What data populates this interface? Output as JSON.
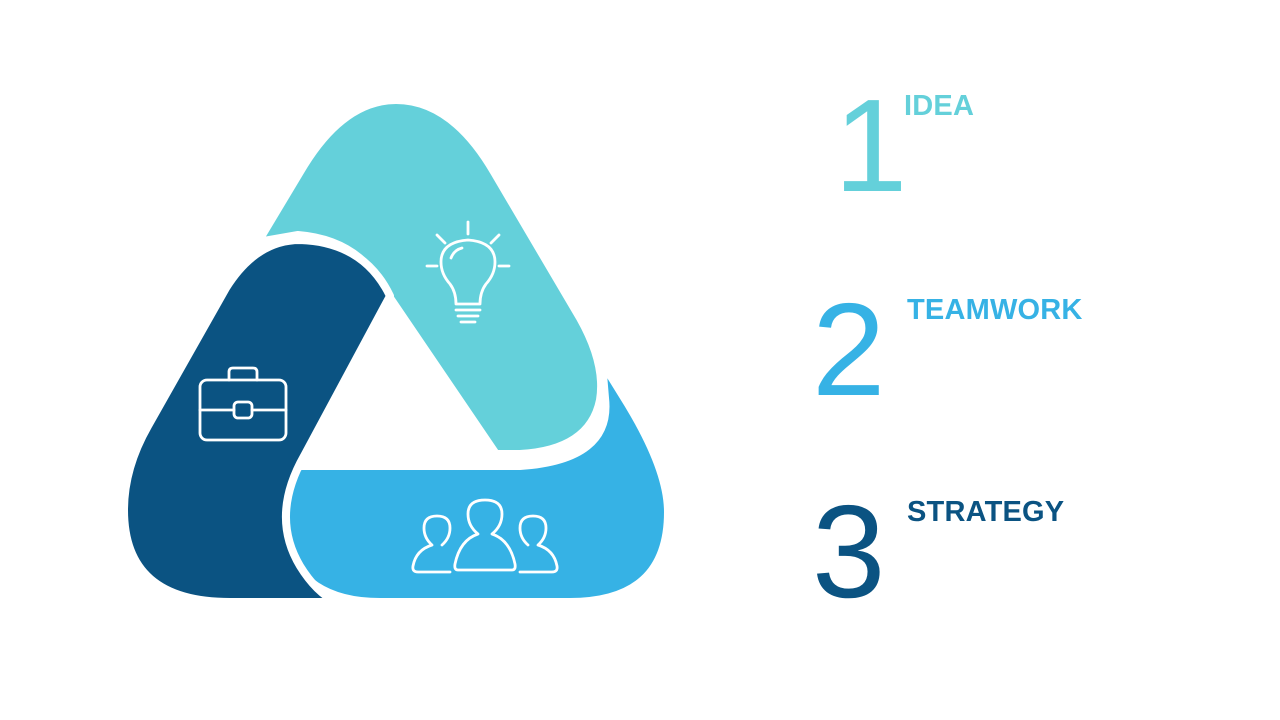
{
  "colors": {
    "idea": "#64d0da",
    "teamwork": "#36b2e5",
    "strategy": "#0b5382",
    "background": "#ffffff",
    "icon_stroke": "#ffffff"
  },
  "diagram": {
    "segments": [
      {
        "name": "idea",
        "icon": "lightbulb-icon"
      },
      {
        "name": "teamwork",
        "icon": "people-group-icon"
      },
      {
        "name": "strategy",
        "icon": "briefcase-icon"
      }
    ]
  },
  "legend": {
    "items": [
      {
        "number": "1",
        "label": "IDEA",
        "color": "#64d0da"
      },
      {
        "number": "2",
        "label": "TEAMWORK",
        "color": "#36b2e5"
      },
      {
        "number": "3",
        "label": "STRATEGY",
        "color": "#0b5382"
      }
    ]
  }
}
